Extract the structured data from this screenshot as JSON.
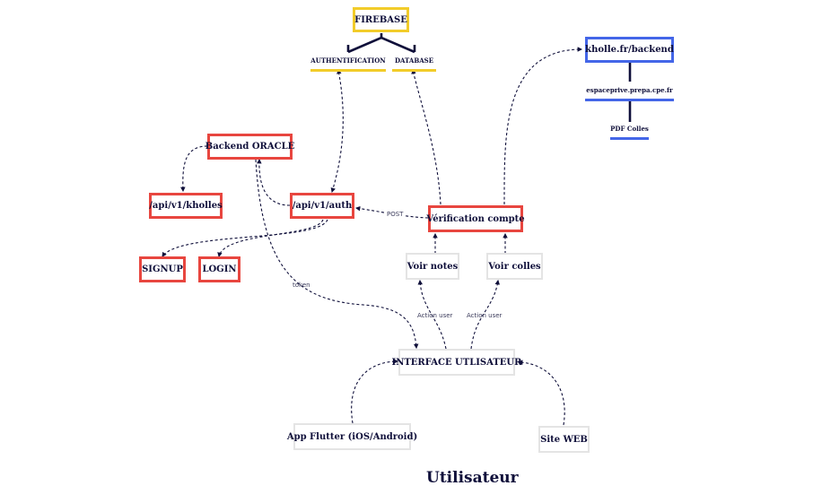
{
  "nodes": {
    "firebase": "FIREBASE",
    "authentification": "AUTHENTIFICATION",
    "database": "DATABASE",
    "kholle_backend": "kholle.fr/backend",
    "espaceprive": "espaceprive.prepa.cpe.fr",
    "pdf_colles": "PDF Colles",
    "backend_oracle": "Backend ORACLE",
    "api_kholles": "/api/v1/kholles",
    "api_auth": "/api/v1/auth",
    "signup": "SIGNUP",
    "login": "LOGIN",
    "verification": "Vérification compte",
    "voir_notes": "Voir notes",
    "voir_colles": "Voir colles",
    "interface": "INTERFACE UTLISATEUR",
    "app_flutter": "App Flutter (iOS/Android)",
    "site_web": "Site WEB"
  },
  "edge_labels": {
    "post": "POST",
    "token": "token",
    "action_user_1": "Action user",
    "action_user_2": "Action user"
  },
  "caption": "Utilisateur",
  "colors": {
    "red": "#e8463f",
    "yellow": "#f2cc2a",
    "blue": "#4466e8",
    "grey": "#e4e4e4",
    "ink": "#0f0f3a"
  }
}
